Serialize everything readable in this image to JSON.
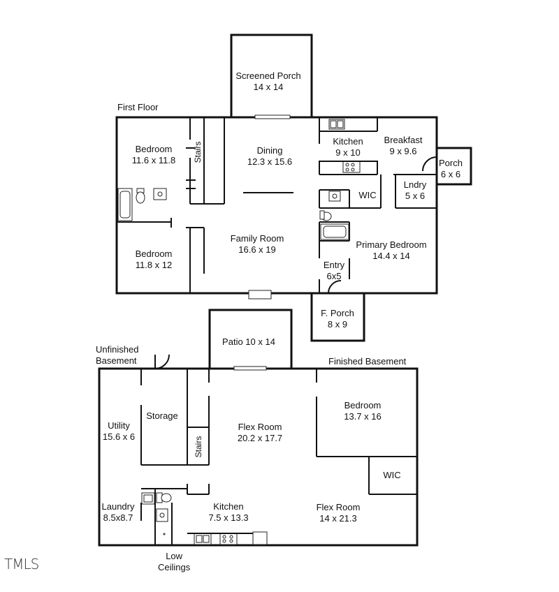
{
  "headings": {
    "first_floor": "First Floor",
    "finished_basement": "Finished Basement",
    "unfinished_basement": "Unfinished\nBasement",
    "low_ceilings": "Low\nCeilings"
  },
  "first_floor_rooms": {
    "screened_porch": {
      "name": "Screened Porch",
      "dims": "14 x 14"
    },
    "bedroom_ul": {
      "name": "Bedroom",
      "dims": "11.6 x 11.8"
    },
    "dining": {
      "name": "Dining",
      "dims": "12.3 x 15.6"
    },
    "kitchen": {
      "name": "Kitchen",
      "dims": "9 x 10"
    },
    "breakfast": {
      "name": "Breakfast",
      "dims": "9 x 9.6"
    },
    "porch": {
      "name": "Porch",
      "dims": "6 x 6"
    },
    "wic": {
      "name": "WIC"
    },
    "laundry": {
      "name": "Lndry",
      "dims": "5 x 6"
    },
    "family_room": {
      "name": "Family Room",
      "dims": "16.6 x 19"
    },
    "bedroom_ll": {
      "name": "Bedroom",
      "dims": "11.8 x 12"
    },
    "primary_bedroom": {
      "name": "Primary Bedroom",
      "dims": "14.4 x 14"
    },
    "entry": {
      "name": "Entry",
      "dims": "6x5"
    },
    "front_porch": {
      "name": "F. Porch",
      "dims": "8 x 9"
    },
    "stairs": "Stairs"
  },
  "basement_rooms": {
    "patio": {
      "name": "Patio 10 x 14"
    },
    "storage": {
      "name": "Storage"
    },
    "utility": {
      "name": "Utility",
      "dims": "15.6 x 6"
    },
    "flex_room_1": {
      "name": "Flex Room",
      "dims": "20.2 x 17.7"
    },
    "bedroom": {
      "name": "Bedroom",
      "dims": "13.7 x 16"
    },
    "wic": {
      "name": "WIC"
    },
    "laundry": {
      "name": "Laundry",
      "dims": "8.5x8.7"
    },
    "kitchen": {
      "name": "Kitchen",
      "dims": "7.5 x 13.3"
    },
    "flex_room_2": {
      "name": "Flex Room",
      "dims": "14 x 21.3"
    },
    "stairs": "Stairs"
  },
  "logo": "TMLS"
}
